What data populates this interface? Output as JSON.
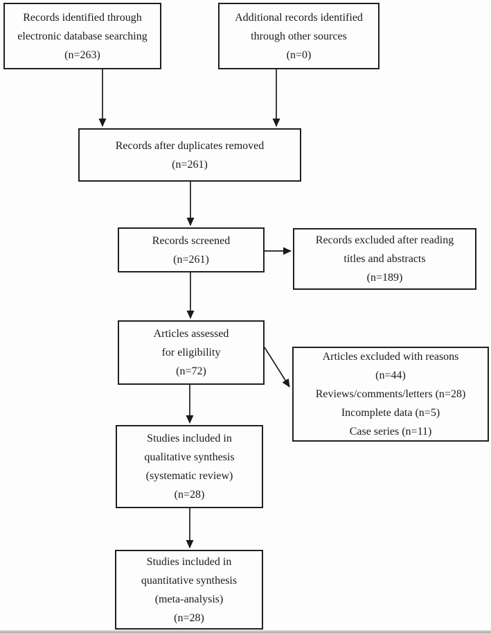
{
  "boxes": {
    "identified_database": {
      "lines": [
        "Records identified through",
        "electronic database searching",
        "(n=263)"
      ]
    },
    "identified_other": {
      "lines": [
        "Additional records identified",
        "through other sources",
        "(n=0)"
      ]
    },
    "duplicates_removed": {
      "lines": [
        "Records after duplicates removed",
        "(n=261)"
      ]
    },
    "screened": {
      "lines": [
        "Records screened",
        "(n=261)"
      ]
    },
    "excluded_titles": {
      "lines": [
        "Records excluded after reading",
        "titles and abstracts",
        "(n=189)"
      ]
    },
    "assessed": {
      "lines": [
        "Articles assessed",
        "for eligibility",
        "(n=72)"
      ]
    },
    "excluded_reasons": {
      "lines": [
        "Articles excluded with reasons",
        "(n=44)",
        "Reviews/comments/letters (n=28)",
        "Incomplete data (n=5)",
        "Case series (n=11)"
      ]
    },
    "qualitative": {
      "lines": [
        "Studies included in",
        "qualitative synthesis",
        "(systematic review)",
        "(n=28)"
      ]
    },
    "quantitative": {
      "lines": [
        "Studies included in",
        "quantitative synthesis",
        "(meta-analysis)",
        "(n=28)"
      ]
    }
  },
  "colors": {
    "border": "#1f1f1f",
    "text": "#1a1a1a",
    "background": "#fdfdfd",
    "arrow": "#1a1a1a"
  }
}
